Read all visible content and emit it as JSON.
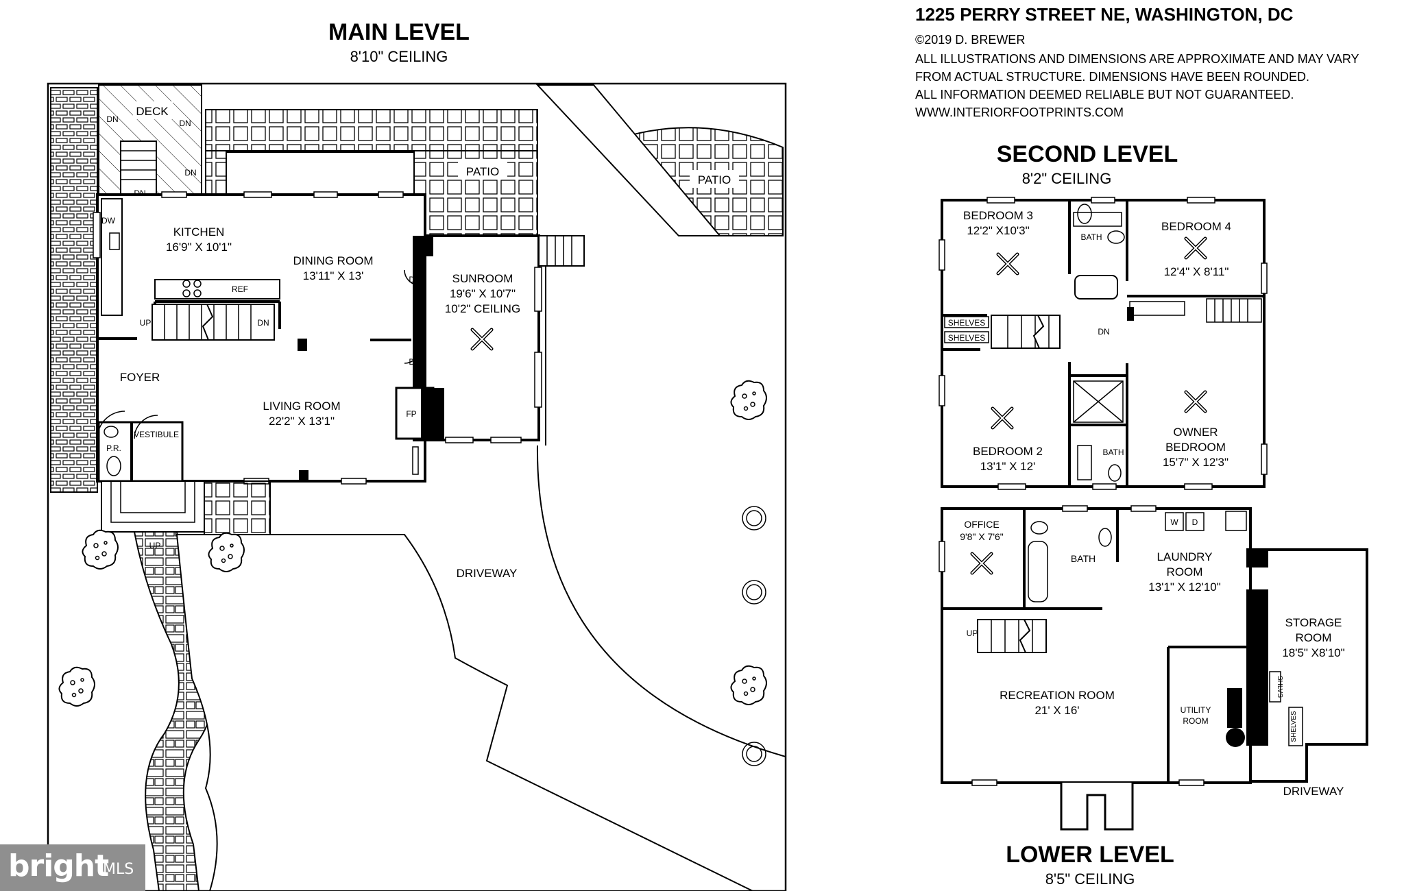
{
  "header": {
    "address": "1225 PERRY STREET NE, WASHINGTON, DC",
    "copyright": "©2019 D. BREWER",
    "disclaimer_1": "ALL ILLUSTRATIONS AND DIMENSIONS ARE APPROXIMATE AND MAY VARY",
    "disclaimer_2": "FROM ACTUAL STRUCTURE. DIMENSIONS HAVE BEEN ROUNDED.",
    "disclaimer_3": "ALL INFORMATION DEEMED RELIABLE BUT NOT GUARANTEED.",
    "website": "WWW.INTERIORFOOTPRINTS.COM"
  },
  "main_level": {
    "title": "MAIN LEVEL",
    "ceiling": "8'10\" CEILING",
    "deck": "DECK",
    "patio": "PATIO",
    "kitchen": {
      "name": "KITCHEN",
      "dims": "16'9\" X 10'1\""
    },
    "dining": {
      "name": "DINING ROOM",
      "dims": "13'11\" X 13'"
    },
    "sunroom": {
      "name": "SUNROOM",
      "dims": "19'6\" X 10'7\"",
      "ceiling": "10'2\" CEILING"
    },
    "foyer": "FOYER",
    "living": {
      "name": "LIVING ROOM",
      "dims": "22'2\" X 13'1\""
    },
    "fp": "FP",
    "vestibule": "VESTIBULE",
    "pr": "P.R.",
    "ref": "REF",
    "dw": "DW",
    "up": "UP",
    "dn": "DN",
    "driveway": "DRIVEWAY"
  },
  "second_level": {
    "title": "SECOND LEVEL",
    "ceiling": "8'2\" CEILING",
    "bedroom3": {
      "name": "BEDROOM 3",
      "dims": "12'2\" X10'3\""
    },
    "bath": "BATH",
    "bedroom4": {
      "name": "BEDROOM 4",
      "dims": "12'4\" X 8'11\""
    },
    "shelves": "SHELVES",
    "dn": "DN",
    "bedroom2": {
      "name": "BEDROOM 2",
      "dims": "13'1\" X 12'"
    },
    "owner_1": "OWNER",
    "owner_2": "BEDROOM",
    "owner_dims": "15'7\" X 12'3\""
  },
  "lower_level": {
    "title": "LOWER LEVEL",
    "ceiling": "8'5\" CEILING",
    "office": {
      "name": "OFFICE",
      "dims": "9'8\" X 7'6\""
    },
    "bath": "BATH",
    "laundry_1": "LAUNDRY",
    "laundry_2": "ROOM",
    "laundry_dims": "13'1\" X 12'10\"",
    "w": "W",
    "d": "D",
    "storage_1": "STORAGE",
    "storage_2": "ROOM",
    "storage_dims": "18'5\" X8'10\"",
    "up": "UP",
    "recreation": {
      "name": "RECREATION ROOM",
      "dims": "21' X 16'"
    },
    "utility_1": "UTILITY",
    "utility_2": "ROOM",
    "shlvs": "SHLVS",
    "shelves": "SHELVES",
    "driveway": "DRIVEWAY"
  },
  "watermark": {
    "brand": "bright",
    "suffix": "MLS"
  }
}
